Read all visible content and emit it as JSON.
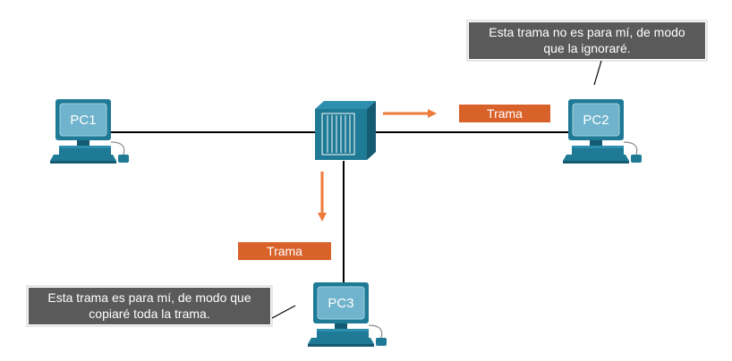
{
  "nodes": {
    "pc1": {
      "label": "PC1"
    },
    "pc2": {
      "label": "PC2"
    },
    "pc3": {
      "label": "PC3"
    },
    "switch": {
      "label": ""
    }
  },
  "frames": {
    "to_pc2": "Trama",
    "to_pc3": "Trama"
  },
  "bubbles": {
    "pc2": {
      "line1": "Esta trama no es para mí, de modo",
      "line2": "que la ignoraré."
    },
    "pc3": {
      "line1": "Esta trama es para mí, de modo que",
      "line2": "copiaré toda la trama."
    }
  },
  "colors": {
    "device": "#1f7a96",
    "device_dark": "#145a70",
    "screen": "#6fb3cc",
    "frame_tag": "#d9622b",
    "arrow": "#ee7a3a",
    "bubble_bg": "#5a5a5a",
    "link": "#000000"
  }
}
